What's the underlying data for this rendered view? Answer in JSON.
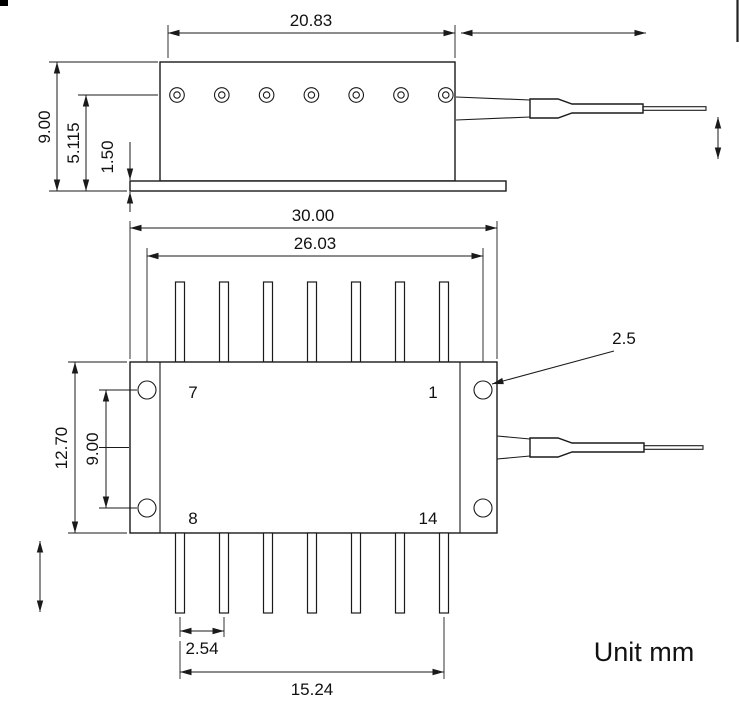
{
  "drawing": {
    "unit_note": "Unit mm",
    "side_view": {
      "dim_body_length": "20.83",
      "dim_overall_height": "9.00",
      "dim_fiber_axis_height": "5.115",
      "dim_base_thickness": "1.50"
    },
    "top_view": {
      "dim_overall_length": "30.00",
      "dim_mounting_hole_span_length": "26.03",
      "dim_mounting_hole_diameter": "2.5",
      "dim_body_width": "12.70",
      "dim_mounting_hole_span_width": "9.00",
      "dim_pin_pitch": "2.54",
      "dim_pin_row_span": "15.24",
      "pin_labels": {
        "top_left": "7",
        "top_right": "1",
        "bottom_left": "8",
        "bottom_right": "14"
      }
    }
  }
}
